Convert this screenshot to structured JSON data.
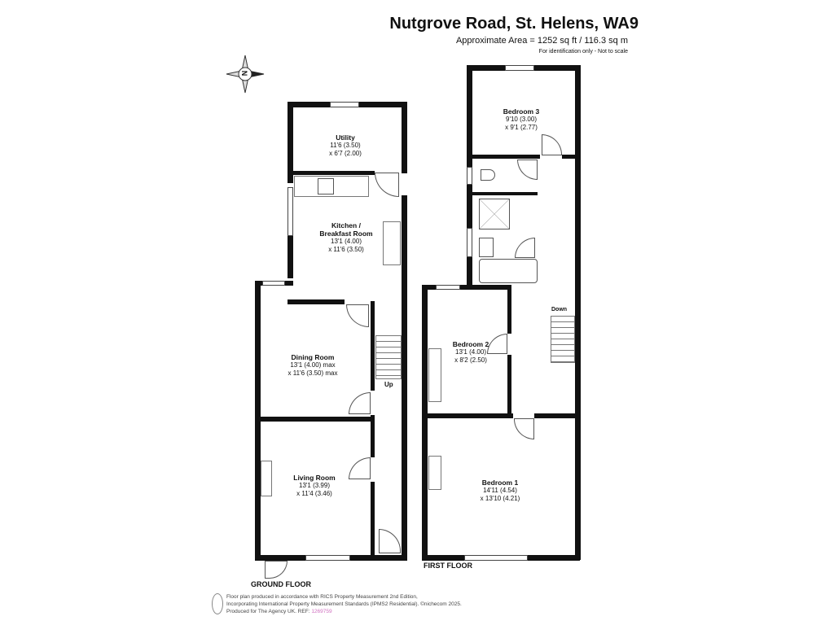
{
  "header": {
    "title": "Nutgrove Road, St. Helens, WA9",
    "area": "Approximate Area = 1252 sq ft / 116.3 sq m",
    "note": "For identification only - Not to scale"
  },
  "compass": {
    "label": "N"
  },
  "ground_floor": {
    "label": "GROUND FLOOR",
    "stairs_label": "Up",
    "rooms": [
      {
        "name": "Utility",
        "dim1": "11'6 (3.50)",
        "dim2": "x 6'7 (2.00)"
      },
      {
        "name": "Kitchen /",
        "name2": "Breakfast Room",
        "dim1": "13'1 (4.00)",
        "dim2": "x 11'6 (3.50)"
      },
      {
        "name": "Dining Room",
        "dim1": "13'1 (4.00) max",
        "dim2": "x 11'6 (3.50) max"
      },
      {
        "name": "Living Room",
        "dim1": "13'1 (3.99)",
        "dim2": "x 11'4 (3.46)"
      }
    ]
  },
  "first_floor": {
    "label": "FIRST FLOOR",
    "stairs_label": "Down",
    "rooms": [
      {
        "name": "Bedroom 3",
        "dim1": "9'10 (3.00)",
        "dim2": "x 9'1 (2.77)"
      },
      {
        "name": "Bedroom 2",
        "dim1": "13'1 (4.00)",
        "dim2": "x 8'2 (2.50)"
      },
      {
        "name": "Bedroom 1",
        "dim1": "14'11 (4.54)",
        "dim2": "x 13'10 (4.21)"
      }
    ]
  },
  "footer": {
    "line1": "Floor plan produced in accordance with RICS Property Measurement 2nd Edition,",
    "line2": "Incorporating International Property Measurement Standards (IPMS2 Residential).  ©nichecom 2025.",
    "line3": "Produced for The Agency UK.   REF:",
    "ref": "1269759",
    "ref_color": "#d070c0"
  }
}
